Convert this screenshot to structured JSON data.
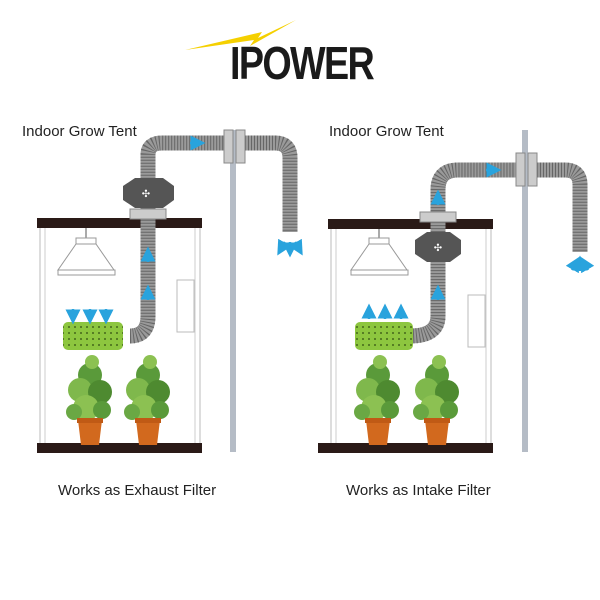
{
  "brand": {
    "logo_text": "IPOWER",
    "accent": "#f5d000"
  },
  "panels": [
    {
      "title": "Indoor Grow Tent",
      "caption": "Works as Exhaust Filter",
      "mode": "exhaust"
    },
    {
      "title": "Indoor Grow Tent",
      "caption": "Works as Intake Filter",
      "mode": "intake"
    }
  ],
  "colors": {
    "tent_frame": "#2a1a17",
    "duct": "#9a9a9a",
    "fan": "#555555",
    "filter": "#8dc63f",
    "arrow": "#29a3dd",
    "pole": "#b5bcc6",
    "pot": "#d2691e"
  }
}
